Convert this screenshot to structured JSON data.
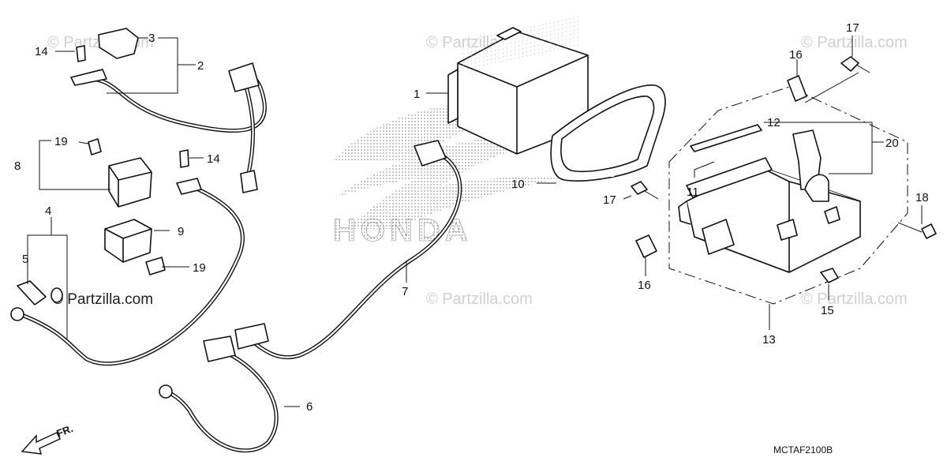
{
  "diagram_code": "MCTAF2100B",
  "watermark": "© Partzilla.com",
  "brand_text": "HONDA",
  "front_indicator": "FR.",
  "callouts": [
    "1",
    "2",
    "3",
    "4",
    "5",
    "6",
    "7",
    "8",
    "9",
    "10",
    "11",
    "12",
    "13",
    "14",
    "14",
    "15",
    "16",
    "16",
    "17",
    "17",
    "18",
    "19",
    "19",
    "20"
  ],
  "colors": {
    "line": "#111111",
    "watermark": "#d0d0d0",
    "halftone": "#9a9a9a"
  }
}
